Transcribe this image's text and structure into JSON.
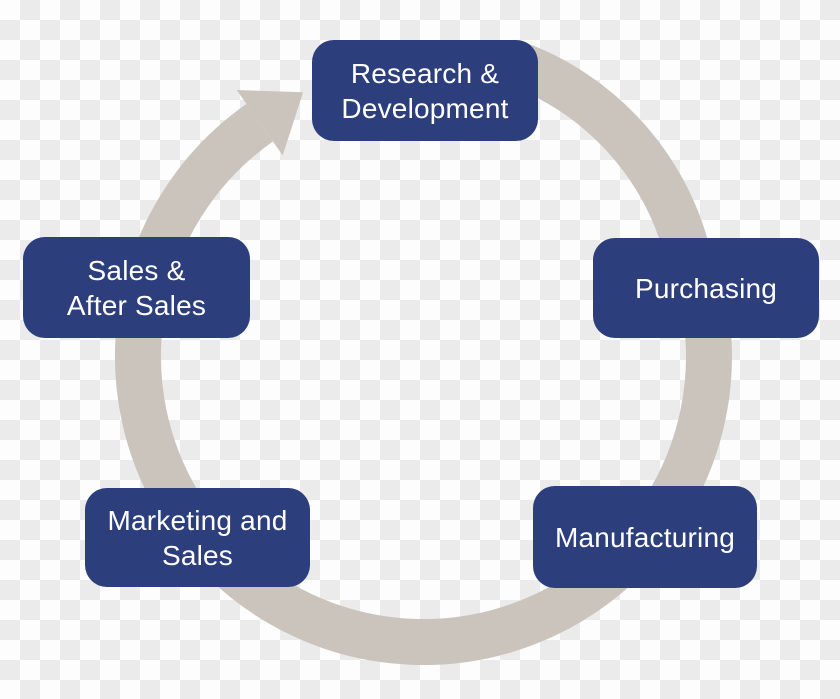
{
  "diagram": {
    "type": "cycle",
    "arrow_direction": "clockwise",
    "nodes": [
      {
        "id": "research-development",
        "position": "top",
        "label": "Research &\nDevelopment"
      },
      {
        "id": "purchasing",
        "position": "right",
        "label": "Purchasing"
      },
      {
        "id": "manufacturing",
        "position": "bottom-right",
        "label": "Manufacturing"
      },
      {
        "id": "marketing-and-sales",
        "position": "bottom-left",
        "label": "Marketing and\nSales"
      },
      {
        "id": "sales-after-sales",
        "position": "left",
        "label": "Sales &\nAfter Sales"
      }
    ]
  },
  "colors": {
    "node_fill": "#2c3e7b",
    "node_text": "#ffffff",
    "arrow": "#cbc4bd",
    "checker_light": "#fdfdfd",
    "checker_dark": "#ebebeb"
  }
}
